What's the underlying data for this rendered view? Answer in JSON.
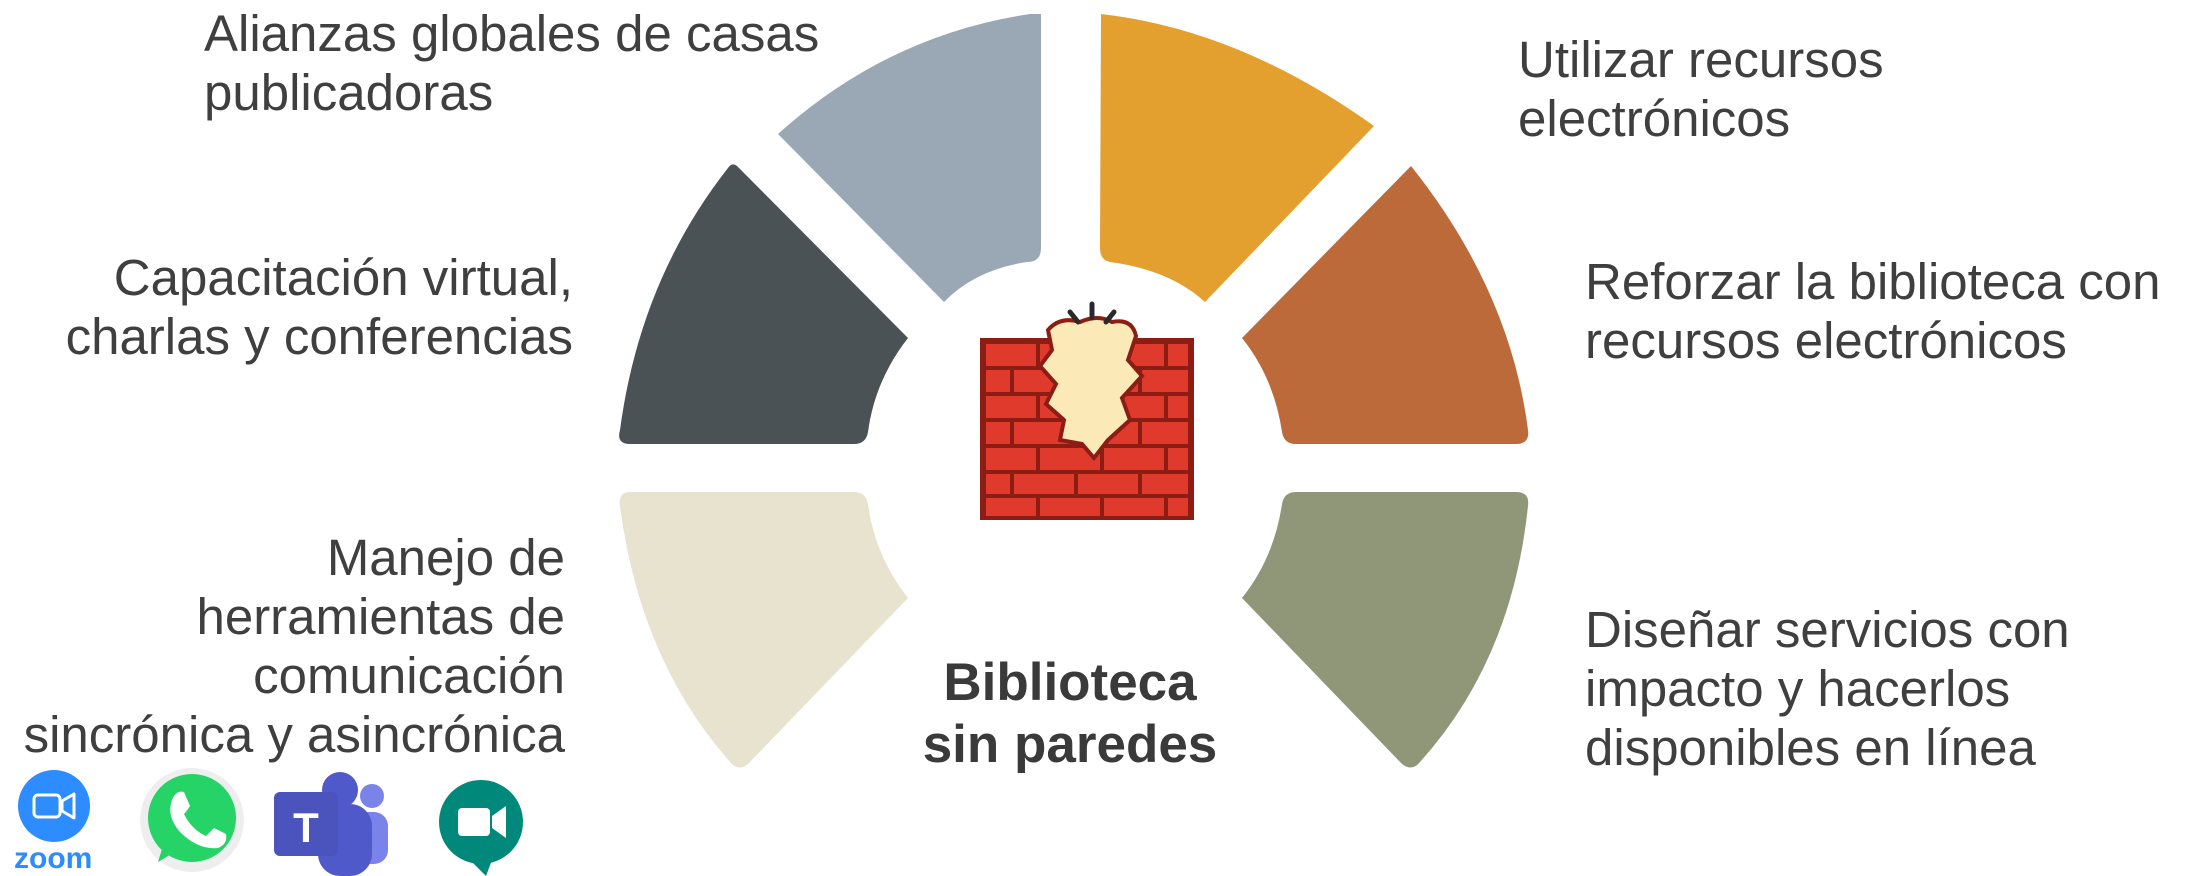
{
  "center": {
    "title_line1": "Biblioteca",
    "title_line2": "sin paredes"
  },
  "segments": [
    {
      "label_lines": [
        "Alianzas globales de casas",
        "publicadoras"
      ],
      "color": "#9aa8b6"
    },
    {
      "label_lines": [
        "Utilizar recursos",
        "electrónicos"
      ],
      "color": "#e3a02f"
    },
    {
      "label_lines": [
        "Capacitación virtual,",
        "charlas y conferencias"
      ],
      "color": "#4a5256"
    },
    {
      "label_lines": [
        "Reforzar la biblioteca con",
        "recursos electrónicos"
      ],
      "color": "#bd6a3b"
    },
    {
      "label_lines": [
        "Manejo de",
        "herramientas de",
        "comunicación",
        "sincrónica y asincrónica"
      ],
      "color": "#e7e3cf"
    },
    {
      "label_lines": [
        "Diseñar servicios con",
        "impacto y hacerlos",
        "disponibles en línea"
      ],
      "color": "#909779"
    }
  ],
  "apps": [
    {
      "name": "zoom",
      "label": "zoom",
      "color": "#2d8cff"
    },
    {
      "name": "whatsapp",
      "color": "#25d366"
    },
    {
      "name": "teams",
      "letter": "T",
      "color": "#5059c9"
    },
    {
      "name": "meet",
      "color": "#00897b"
    }
  ],
  "colors": {
    "text": "#3f3f3f",
    "brick": "#e03a2c",
    "mortar": "#8b1d14",
    "burst": "#fbe9b7"
  }
}
